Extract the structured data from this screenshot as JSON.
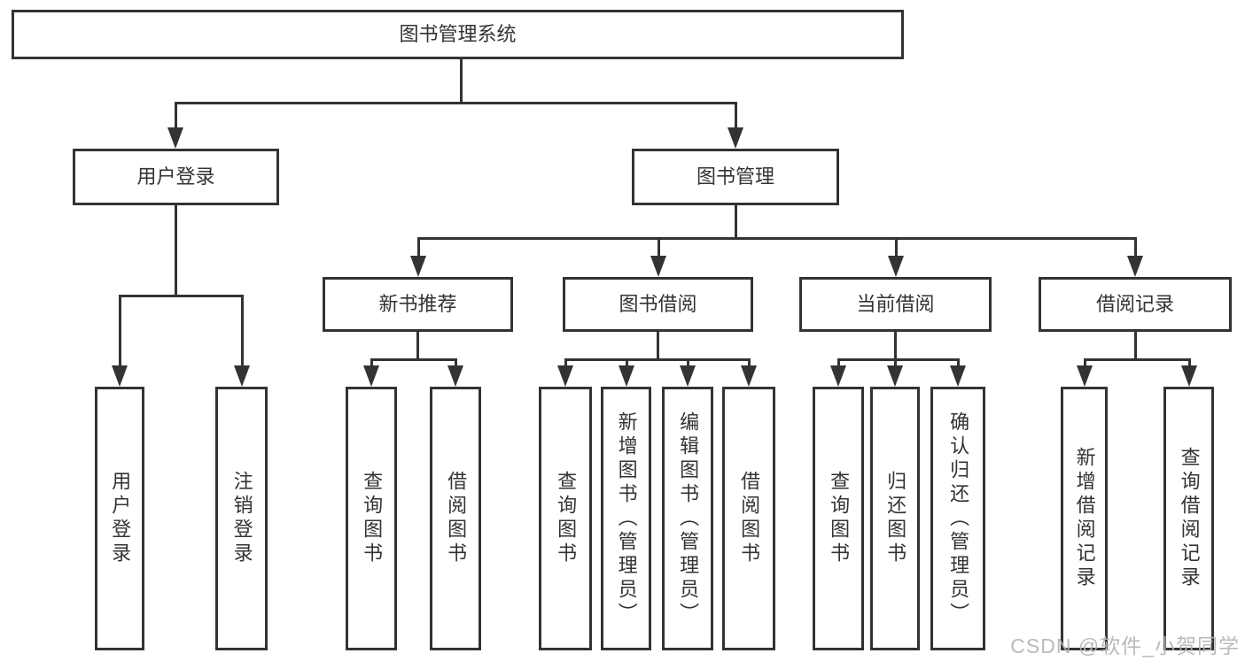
{
  "diagram_title": "图书管理系统",
  "watermark": {
    "text": "CSDN @软件_小贺同学",
    "color": "#b5b5b5"
  },
  "colors": {
    "line": "#333333",
    "box_border": "#333333",
    "text": "#333333",
    "background": "#ffffff"
  },
  "nodes": [
    {
      "id": "root",
      "label": "图书管理系统",
      "orientation": "horizontal",
      "level": 0
    },
    {
      "id": "user-login",
      "label": "用户登录",
      "orientation": "horizontal",
      "level": 1
    },
    {
      "id": "book-mgmt",
      "label": "图书管理",
      "orientation": "horizontal",
      "level": 1
    },
    {
      "id": "new-book-rec",
      "label": "新书推荐",
      "orientation": "horizontal",
      "level": 2
    },
    {
      "id": "book-borrow",
      "label": "图书借阅",
      "orientation": "horizontal",
      "level": 2
    },
    {
      "id": "current-borrow",
      "label": "当前借阅",
      "orientation": "horizontal",
      "level": 2
    },
    {
      "id": "borrow-record",
      "label": "借阅记录",
      "orientation": "horizontal",
      "level": 2
    },
    {
      "id": "leaf-user-login",
      "label": "用户登录",
      "orientation": "vertical",
      "level": 3
    },
    {
      "id": "leaf-logout",
      "label": "注销登录",
      "orientation": "vertical",
      "level": 3
    },
    {
      "id": "leaf-query-book-1",
      "label": "查询图书",
      "orientation": "vertical",
      "level": 3
    },
    {
      "id": "leaf-borrow-book-1",
      "label": "借阅图书",
      "orientation": "vertical",
      "level": 3
    },
    {
      "id": "leaf-query-book-2",
      "label": "查询图书",
      "orientation": "vertical",
      "level": 3
    },
    {
      "id": "leaf-add-book",
      "label": "新增图书（管理员）",
      "orientation": "vertical",
      "level": 3
    },
    {
      "id": "leaf-edit-book",
      "label": "编辑图书（管理员）",
      "orientation": "vertical",
      "level": 3
    },
    {
      "id": "leaf-borrow-book-2",
      "label": "借阅图书",
      "orientation": "vertical",
      "level": 3
    },
    {
      "id": "leaf-query-book-3",
      "label": "查询图书",
      "orientation": "vertical",
      "level": 3
    },
    {
      "id": "leaf-return-book",
      "label": "归还图书",
      "orientation": "vertical",
      "level": 3
    },
    {
      "id": "leaf-confirm-return",
      "label": "确认归还（管理员）",
      "orientation": "vertical",
      "level": 3
    },
    {
      "id": "leaf-add-record",
      "label": "新增借阅记录",
      "orientation": "vertical",
      "level": 3
    },
    {
      "id": "leaf-query-record",
      "label": "查询借阅记录",
      "orientation": "vertical",
      "level": 3
    }
  ],
  "tree": {
    "root": [
      "user-login",
      "book-mgmt"
    ],
    "user-login": [
      "leaf-user-login",
      "leaf-logout"
    ],
    "book-mgmt": [
      "new-book-rec",
      "book-borrow",
      "current-borrow",
      "borrow-record"
    ],
    "new-book-rec": [
      "leaf-query-book-1",
      "leaf-borrow-book-1"
    ],
    "book-borrow": [
      "leaf-query-book-2",
      "leaf-add-book",
      "leaf-edit-book",
      "leaf-borrow-book-2"
    ],
    "current-borrow": [
      "leaf-query-book-3",
      "leaf-return-book",
      "leaf-confirm-return"
    ],
    "borrow-record": [
      "leaf-add-record",
      "leaf-query-record"
    ]
  }
}
